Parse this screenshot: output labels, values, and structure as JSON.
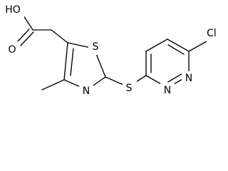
{
  "structure": {
    "atom_labels": {
      "hydroxyl": "HO",
      "carbonyl_oxygen": "O",
      "ring_sulfur": "S",
      "ring_nitrogen": "N",
      "thioether_sulfur": "S",
      "pyridazine_n1": "N",
      "pyridazine_n2": "N",
      "chlorine": "Cl"
    }
  }
}
